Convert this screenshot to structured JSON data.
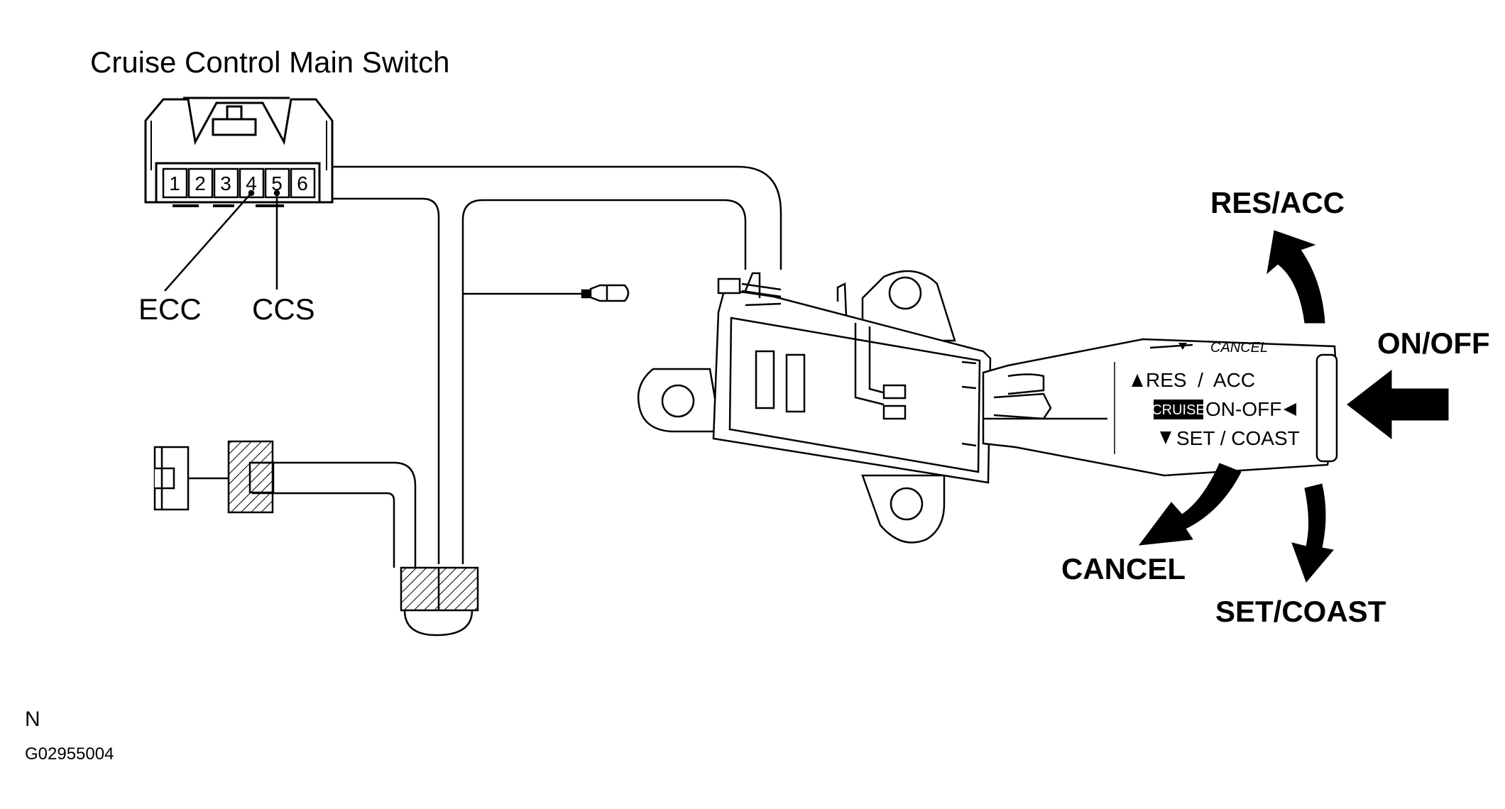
{
  "title": "Cruise Control Main Switch",
  "pins": [
    "1",
    "2",
    "3",
    "4",
    "5",
    "6"
  ],
  "terminals": {
    "ecc": "ECC",
    "ccs": "CCS"
  },
  "operations": {
    "res_acc": "RES/ACC",
    "on_off": "ON/OFF",
    "cancel": "CANCEL",
    "set_coast": "SET/COAST"
  },
  "lever_markings": {
    "cancel": "CANCEL",
    "res_acc": "RES  /  ACC",
    "cruise": "CRUISE",
    "on_off": "ON-OFF",
    "set_coast": "SET / COAST"
  },
  "footer": {
    "letter": "N",
    "code": "G02955004"
  }
}
